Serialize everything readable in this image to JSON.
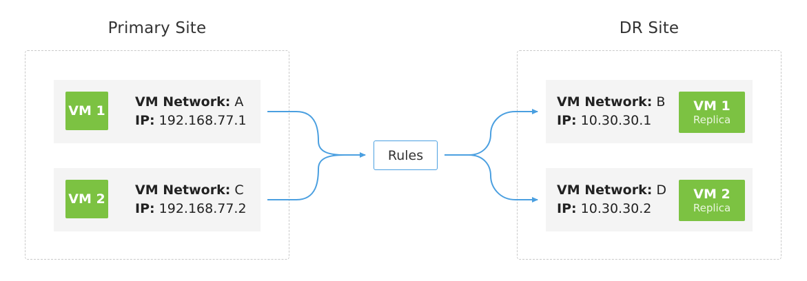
{
  "sites": {
    "primary": {
      "title": "Primary Site",
      "vms": [
        {
          "badge": "VM 1",
          "network_key": "VM Network:",
          "network_value": "A",
          "ip_key": "IP:",
          "ip_value": "192.168.77.1"
        },
        {
          "badge": "VM 2",
          "network_key": "VM Network:",
          "network_value": "C",
          "ip_key": "IP:",
          "ip_value": "192.168.77.2"
        }
      ]
    },
    "dr": {
      "title": "DR Site",
      "vms": [
        {
          "badge": "VM 1",
          "badge_sub": "Replica",
          "network_key": "VM Network:",
          "network_value": "B",
          "ip_key": "IP:",
          "ip_value": "10.30.30.1"
        },
        {
          "badge": "VM 2",
          "badge_sub": "Replica",
          "network_key": "VM Network:",
          "network_value": "D",
          "ip_key": "IP:",
          "ip_value": "10.30.30.2"
        }
      ]
    }
  },
  "rules": {
    "label": "Rules"
  },
  "colors": {
    "vm_badge": "#7cc242",
    "connector": "#4a9fe0",
    "card_bg": "#f4f4f4",
    "dashed_border": "#c8c8c8"
  }
}
